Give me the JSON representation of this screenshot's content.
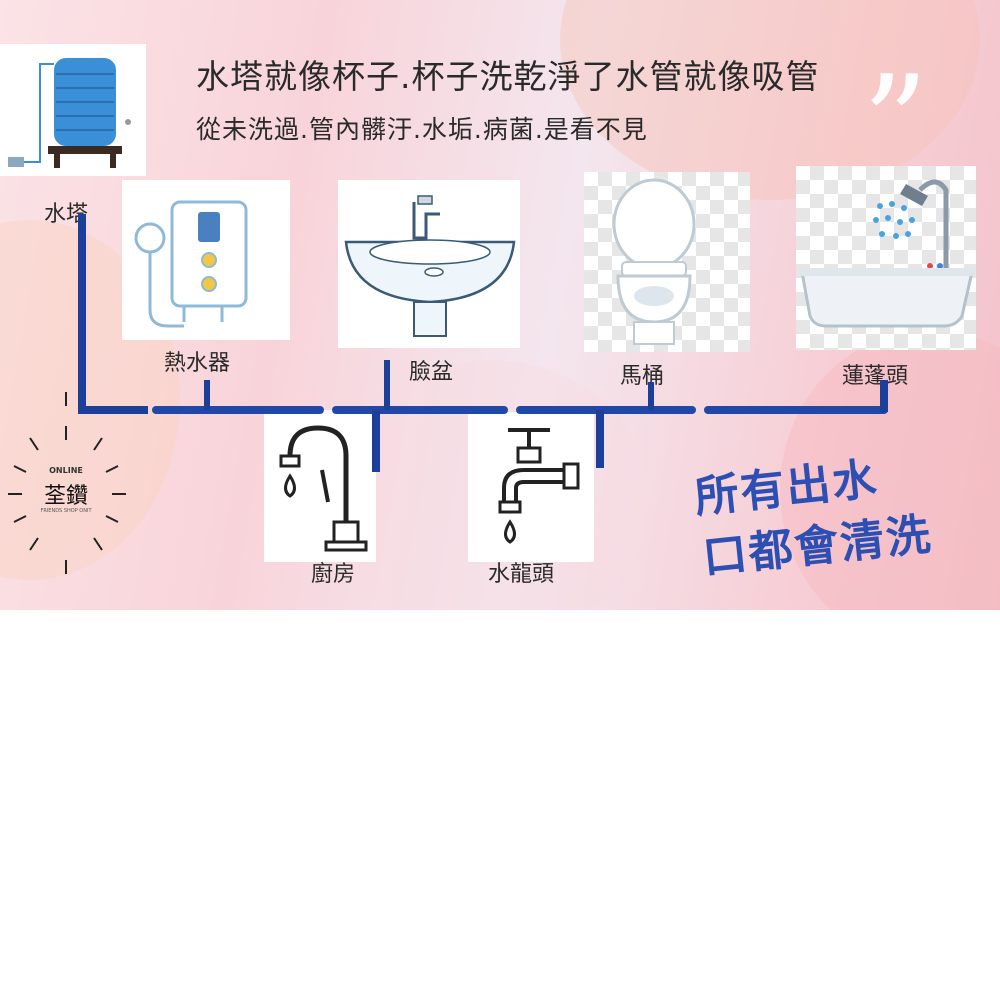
{
  "headline": "水塔就像杯子.杯子洗乾淨了水管就像吸管",
  "subline": "從未洗過.管內髒汙.水垢.病菌.是看不見",
  "labels": {
    "tower": "水塔",
    "heater": "熱水器",
    "basin": "臉盆",
    "toilet": "馬桶",
    "shower": "蓮蓬頭",
    "kitchen": "廚房",
    "faucet": "水龍頭"
  },
  "slogan": {
    "line1": "所有出水",
    "line2": "口都會清洗"
  },
  "logo": {
    "top": "ONLINE",
    "name": "荃鑽",
    "bottom": "FRIENDS SHOP ONIT"
  },
  "colors": {
    "pipe": "#1c3f9a",
    "slogan": "#2d4fb3",
    "tank": "#3a8fd6"
  }
}
